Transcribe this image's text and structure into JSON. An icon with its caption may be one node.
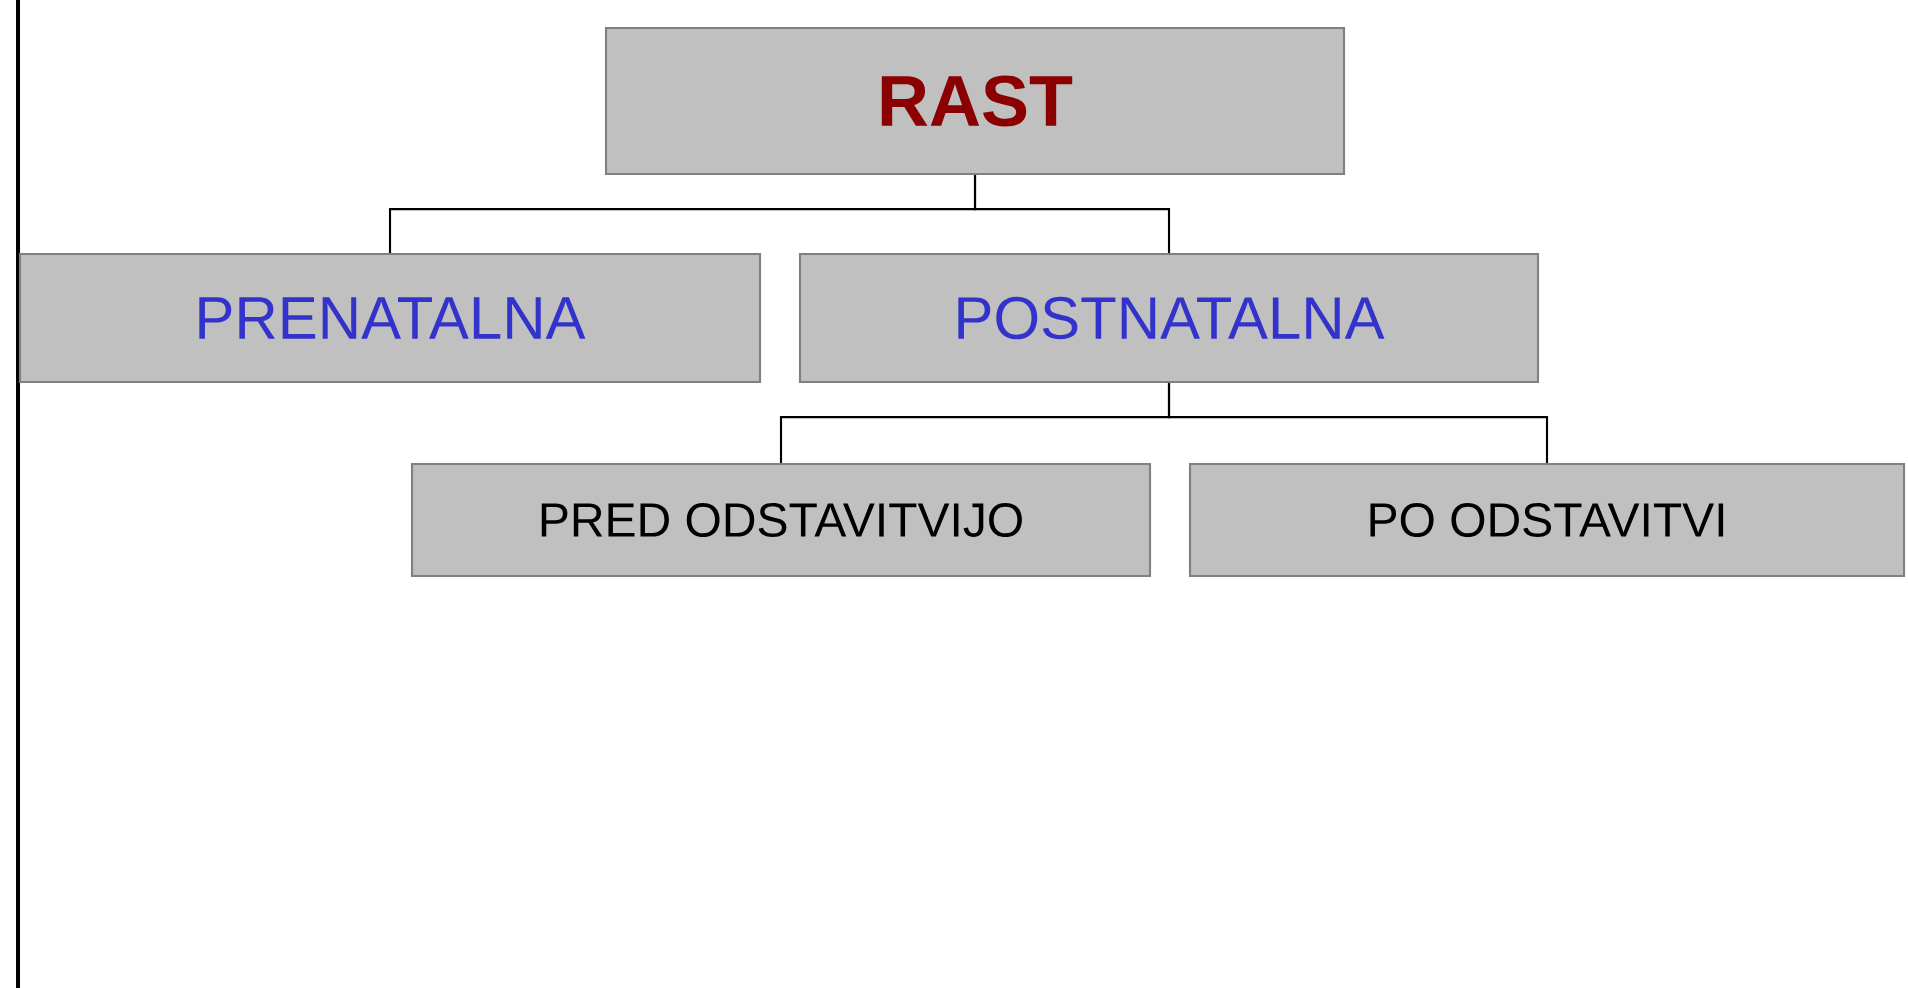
{
  "diagram": {
    "nodes": [
      {
        "text": [
          "RAST"
        ]
      },
      {
        "text": [
          "PRENATALNA"
        ]
      },
      {
        "text": [
          "POSTNATALNA"
        ]
      },
      {
        "text": [
          "PRED ODSTAVITVIJO"
        ]
      },
      {
        "text": [
          "PO ODSTAVITVI"
        ]
      }
    ],
    "edges": [
      {
        "from": 0,
        "to": 1,
        "arrow": "none"
      },
      {
        "from": 0,
        "to": 2,
        "arrow": "none"
      },
      {
        "from": 2,
        "to": 3,
        "arrow": "none"
      },
      {
        "from": 2,
        "to": 4,
        "arrow": "none"
      }
    ]
  }
}
